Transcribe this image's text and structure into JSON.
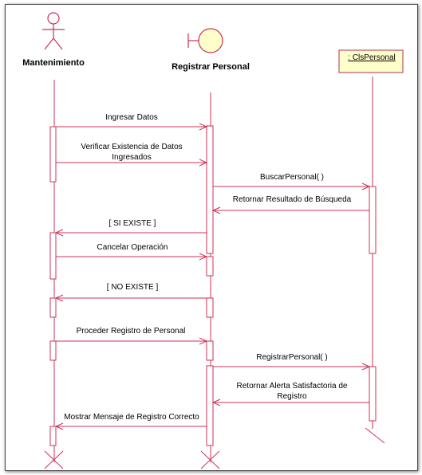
{
  "actor": {
    "name": "Mantenimiento"
  },
  "boundary": {
    "name": "Registrar Personal"
  },
  "object": {
    "name": ": ClsPersonal"
  },
  "messages": [
    {
      "id": "m1",
      "lines": [
        "Ingresar Datos"
      ]
    },
    {
      "id": "m2",
      "lines": [
        "Verificar Existencia de Datos",
        "Ingresados"
      ]
    },
    {
      "id": "m3",
      "lines": [
        "BuscarPersonal( )"
      ]
    },
    {
      "id": "m4",
      "lines": [
        "Retornar Resultado de Búsqueda"
      ]
    },
    {
      "id": "m5",
      "lines": [
        "[ SI EXISTE ]"
      ]
    },
    {
      "id": "m6",
      "lines": [
        "Cancelar Operación"
      ]
    },
    {
      "id": "m7",
      "lines": [
        "[ NO EXISTE ]"
      ]
    },
    {
      "id": "m8",
      "lines": [
        "Proceder Registro de Personal"
      ]
    },
    {
      "id": "m9",
      "lines": [
        "RegistrarPersonal( )"
      ]
    },
    {
      "id": "m10",
      "lines": [
        "Retornar Alerta Satisfactoria de",
        "Registro"
      ]
    },
    {
      "id": "m11",
      "lines": [
        "Mostrar Mensaje de Registro Correcto"
      ]
    }
  ],
  "colors": {
    "line": "#cc3355",
    "object_fill": "#ffffcc",
    "object_border": "#b03050",
    "boundary_fill": "#ffffcc",
    "frame": "#4a4a4a"
  }
}
